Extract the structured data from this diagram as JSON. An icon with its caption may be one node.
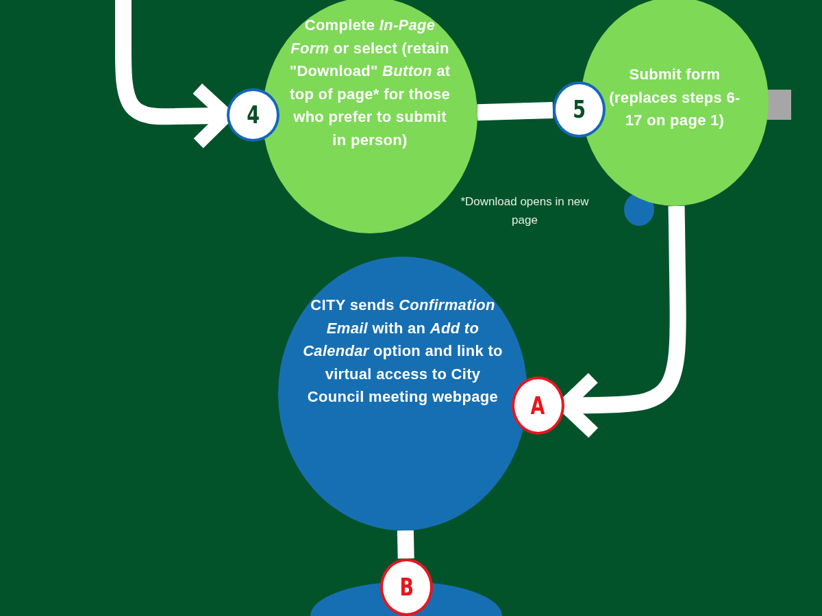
{
  "diagram": {
    "nodes": [
      {
        "text": [
          "4"
        ]
      },
      {
        "text": [
          "Complete *In-Page Form* or select (retain \"Download\" *Button* at top of page* for those who prefer to submit in person)"
        ]
      },
      {
        "text": [
          "5"
        ]
      },
      {
        "text": [
          "Submit form (replaces steps 6-17 on page 1)"
        ]
      },
      {
        "text": [
          "CITY sends *Confirmation Email* with an *Add to Calendar* option and link to virtual access to City Council meeting webpage"
        ]
      },
      {
        "text": [
          "A"
        ]
      },
      {
        "text": [
          "B"
        ]
      },
      {
        "text": [],
        "shape": "circle"
      }
    ],
    "edges": [
      {
        "from": null,
        "to": 0,
        "arrow": "to"
      },
      {
        "from": 1,
        "to": 2,
        "arrow": "none"
      },
      {
        "from": 3,
        "to": 5,
        "arrow": "to"
      },
      {
        "from": 4,
        "to": 6,
        "arrow": "none"
      }
    ],
    "labels": [
      "*Download opens in new page"
    ]
  }
}
